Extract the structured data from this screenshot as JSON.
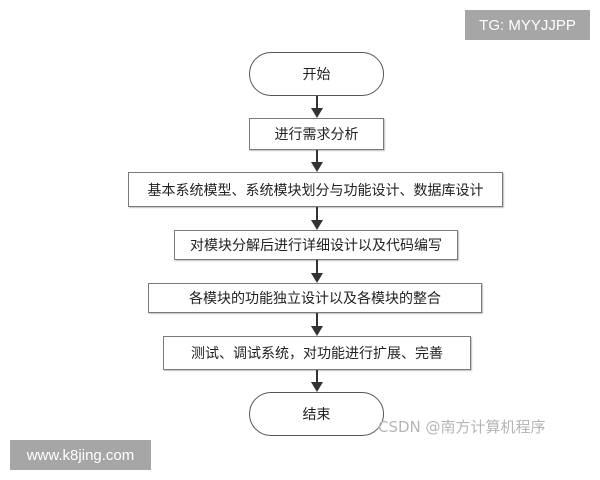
{
  "flowchart": {
    "start": "开始",
    "steps": [
      "进行需求分析",
      "基本系统模型、系统模块划分与功能设计、数据库设计",
      "对模块分解后进行详细设计以及代码编写",
      "各模块的功能独立设计以及各模块的整合",
      "测试、调试系统，对功能进行扩展、完善"
    ],
    "end": "结束"
  },
  "overlays": {
    "top_right_badge": "TG: MYYJJPP",
    "bottom_left_badge": "www.k8jing.com",
    "csdn_watermark": "CSDN @南方计算机程序"
  },
  "colors": {
    "border": "#7a7a7a",
    "arrow": "#333333",
    "badge_bg": "#a6a6a6",
    "watermark": "#b5b5b5"
  }
}
